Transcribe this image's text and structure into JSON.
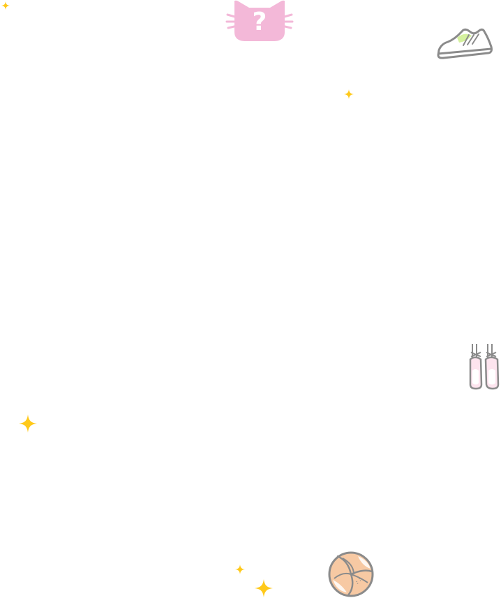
{
  "scene": {
    "background": "#ffffff"
  },
  "hint_button": {
    "icon": "cat-head-question-icon",
    "glyph": "?",
    "color": "#f3b8d8"
  },
  "hidden_items": [
    {
      "name": "sneaker",
      "icon": "sneaker-icon"
    },
    {
      "name": "ballet-pointe-shoes",
      "icon": "pointe-shoes-icon"
    },
    {
      "name": "volleyball",
      "icon": "volleyball-icon"
    }
  ],
  "decorations": {
    "sparkle_icon": "sparkle-icon",
    "sparkle_color": "#ffc91a"
  }
}
